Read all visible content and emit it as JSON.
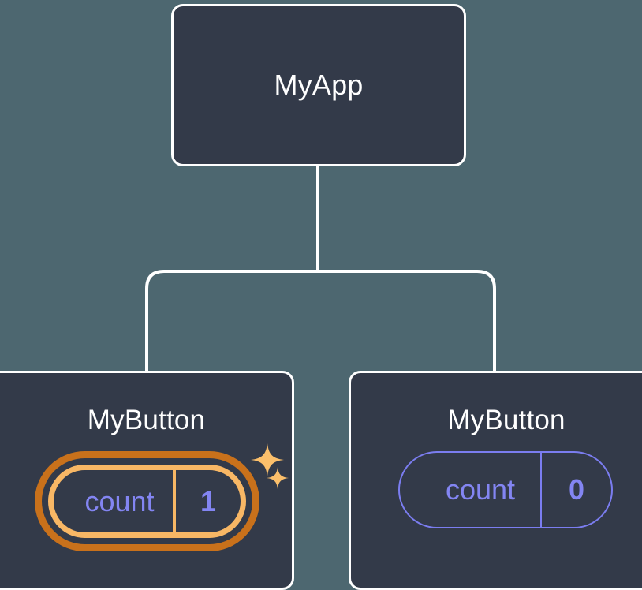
{
  "diagram": {
    "type": "component-tree",
    "background_color": "#4d6770",
    "node_fill_color": "#333a49",
    "node_border_color": "#ffffff",
    "connector_color": "#ffffff",
    "state_text_color": "#8385f2",
    "highlight_outer_color": "#c9711b",
    "highlight_inner_color": "#f8b765",
    "sparkle_color": "#fbbf6b"
  },
  "root": {
    "title": "MyApp"
  },
  "children": [
    {
      "title": "MyButton",
      "state": {
        "key": "count",
        "value": "1"
      },
      "highlighted": true,
      "sparkles": 2
    },
    {
      "title": "MyButton",
      "state": {
        "key": "count",
        "value": "0"
      },
      "highlighted": false,
      "sparkles": 0
    }
  ]
}
